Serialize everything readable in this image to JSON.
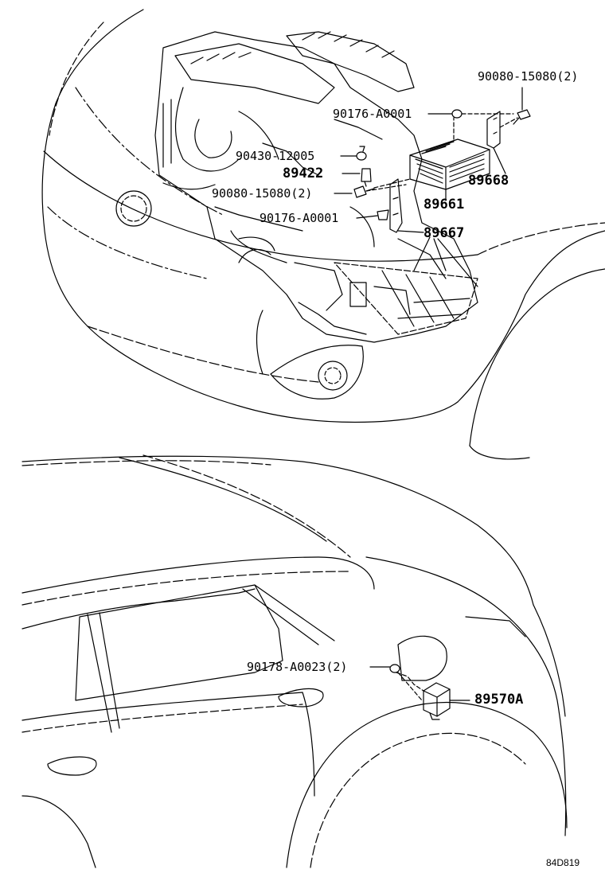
{
  "labels": {
    "p90080_15080_top": "90080-15080(2)",
    "p90176_a0001_top": "90176-A0001",
    "p90430_12005": "90430-12005",
    "p89422": "89422",
    "p90080_15080_mid": "90080-15080(2)",
    "p90176_a0001_mid": "90176-A0001",
    "p89668": "89668",
    "p89661": "89661",
    "p89667": "89667",
    "p90178_a0023": "90178-A0023(2)",
    "p89570a": "89570A"
  },
  "diagram_code": "84D819"
}
